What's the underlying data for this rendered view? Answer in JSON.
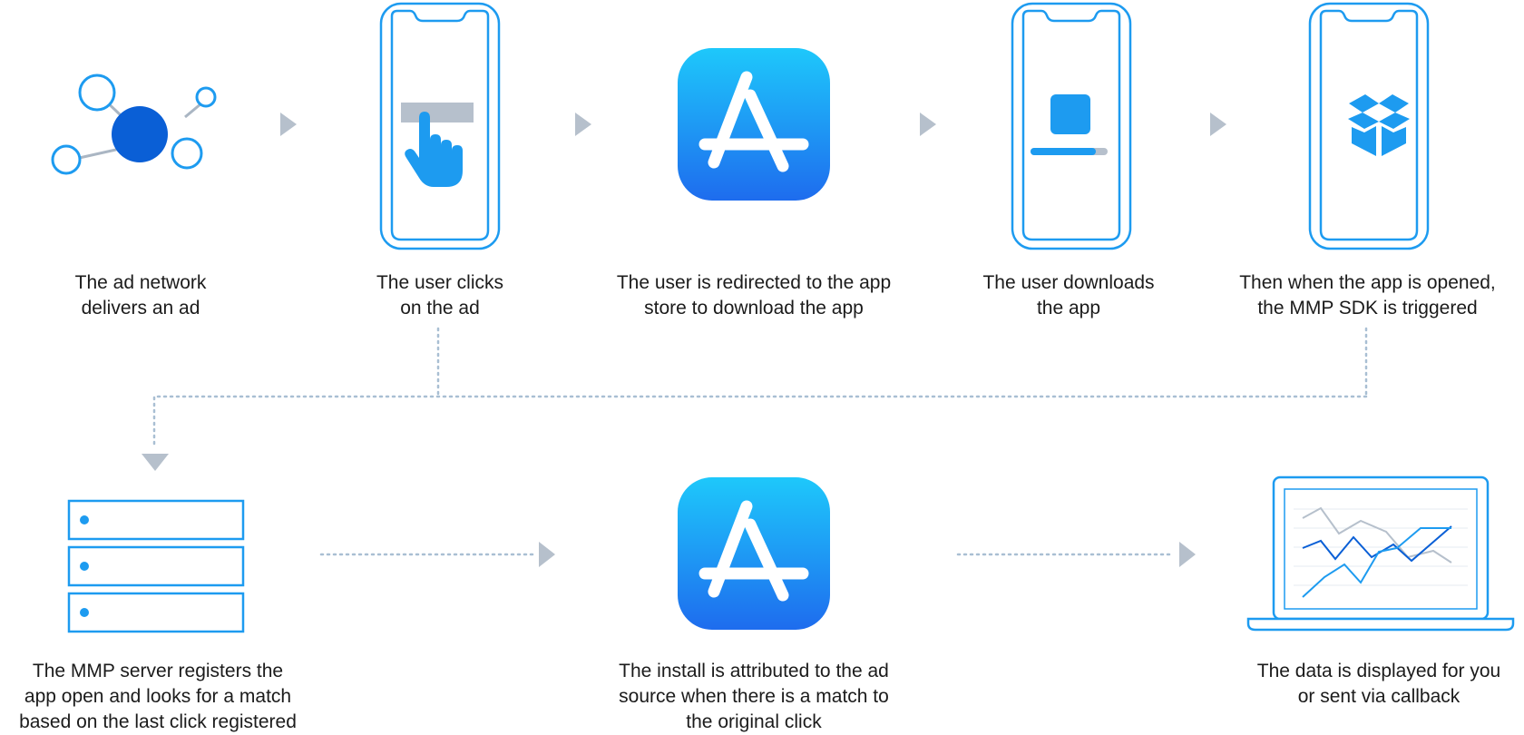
{
  "steps": [
    {
      "id": "ad-network",
      "caption": "The ad network\ndelivers an ad",
      "icon": "network-nodes-icon"
    },
    {
      "id": "user-clicks",
      "caption": "The user clicks\non the ad",
      "icon": "phone-tap-icon"
    },
    {
      "id": "redirect-store",
      "caption": "The user is redirected to the app\nstore to download the app",
      "icon": "app-store-icon"
    },
    {
      "id": "user-downloads",
      "caption": "The user downloads\nthe app",
      "icon": "phone-download-icon"
    },
    {
      "id": "app-opened",
      "caption": "Then when the app is opened,\nthe MMP SDK is triggered",
      "icon": "phone-box-icon"
    },
    {
      "id": "mmp-server",
      "caption": "The MMP server registers the\napp open and looks for a match\nbased on the last click registered",
      "icon": "server-icon"
    },
    {
      "id": "attributed",
      "caption": "The install is attributed to the ad\nsource when there is a match to\nthe original click",
      "icon": "app-store-icon"
    },
    {
      "id": "data-displayed",
      "caption": "The data is displayed for you\nor sent via callback",
      "icon": "laptop-chart-icon"
    }
  ],
  "colors": {
    "primary_blue": "#1d9bf0",
    "dark_blue": "#0a5fd6",
    "store_top": "#1ec8fb",
    "store_bottom": "#1e6cee",
    "arrow_grey": "#b6c0cc",
    "dotted_line": "#a9bfd3"
  }
}
